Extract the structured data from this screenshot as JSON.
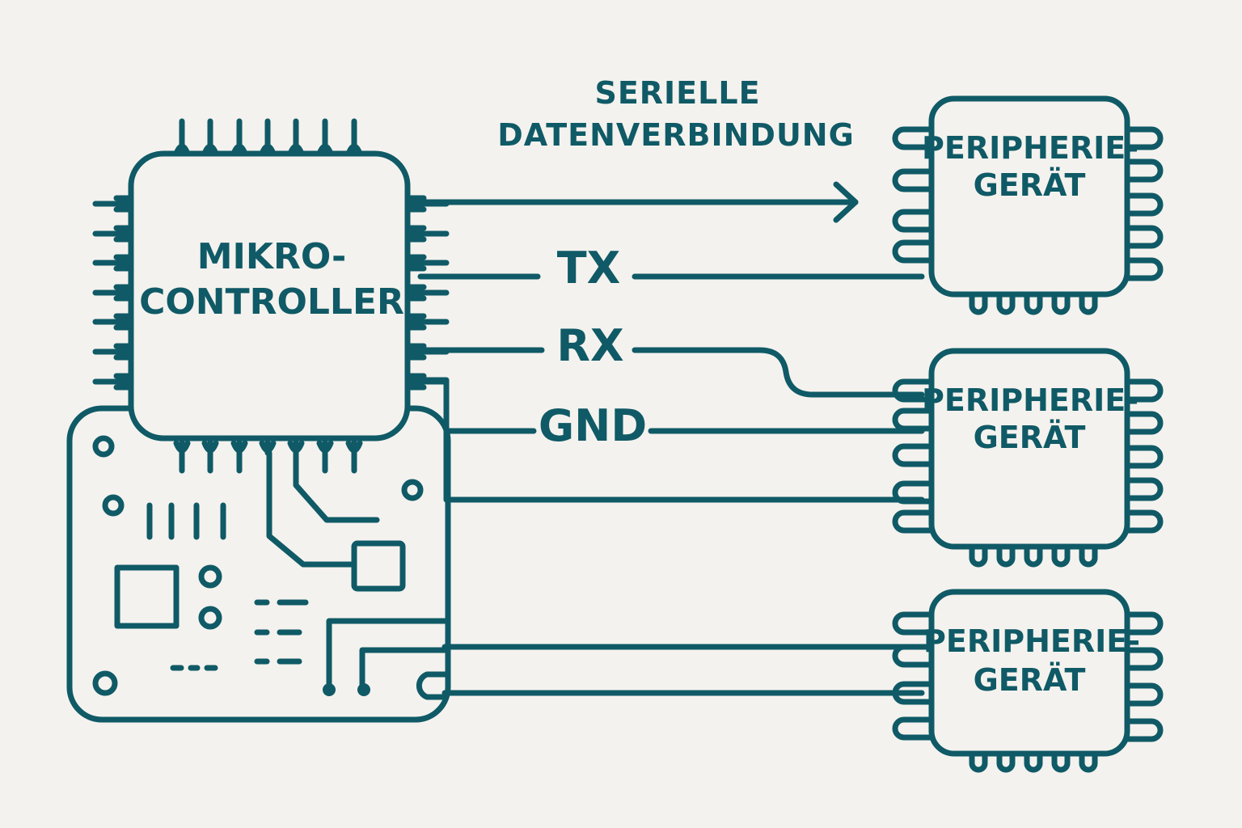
{
  "title": {
    "line1": "SERIELLE",
    "line2": "DATENVERBINDUNG"
  },
  "mcu": {
    "line1": "MIKRO-",
    "line2": "CONTROLLER"
  },
  "signals": {
    "tx": "TX",
    "rx": "RX",
    "gnd": "GND"
  },
  "peripherals": [
    {
      "line1": "PERIPHERIE-",
      "line2": "GERÄT"
    },
    {
      "line1": "PERIPHERIE-",
      "line2": "GERÄT"
    },
    {
      "line1": "PERIPHERIE-",
      "line2": "GERÄT"
    }
  ],
  "colors": {
    "ink": "#0f5a66",
    "background": "#f4f2ee"
  }
}
